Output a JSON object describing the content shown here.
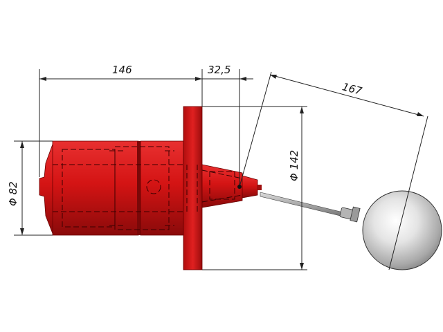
{
  "dimensions": {
    "length_main": "146",
    "length_cone": "32,5",
    "length_rod": "167",
    "diameter_body": "Φ 82",
    "diameter_flange": "Φ 142"
  },
  "colors": {
    "body_red": "#d81818",
    "body_dark": "#8a0a0a",
    "float_light": "#f2f2f2",
    "float_dark": "#8c8c8c",
    "line": "#222222"
  }
}
